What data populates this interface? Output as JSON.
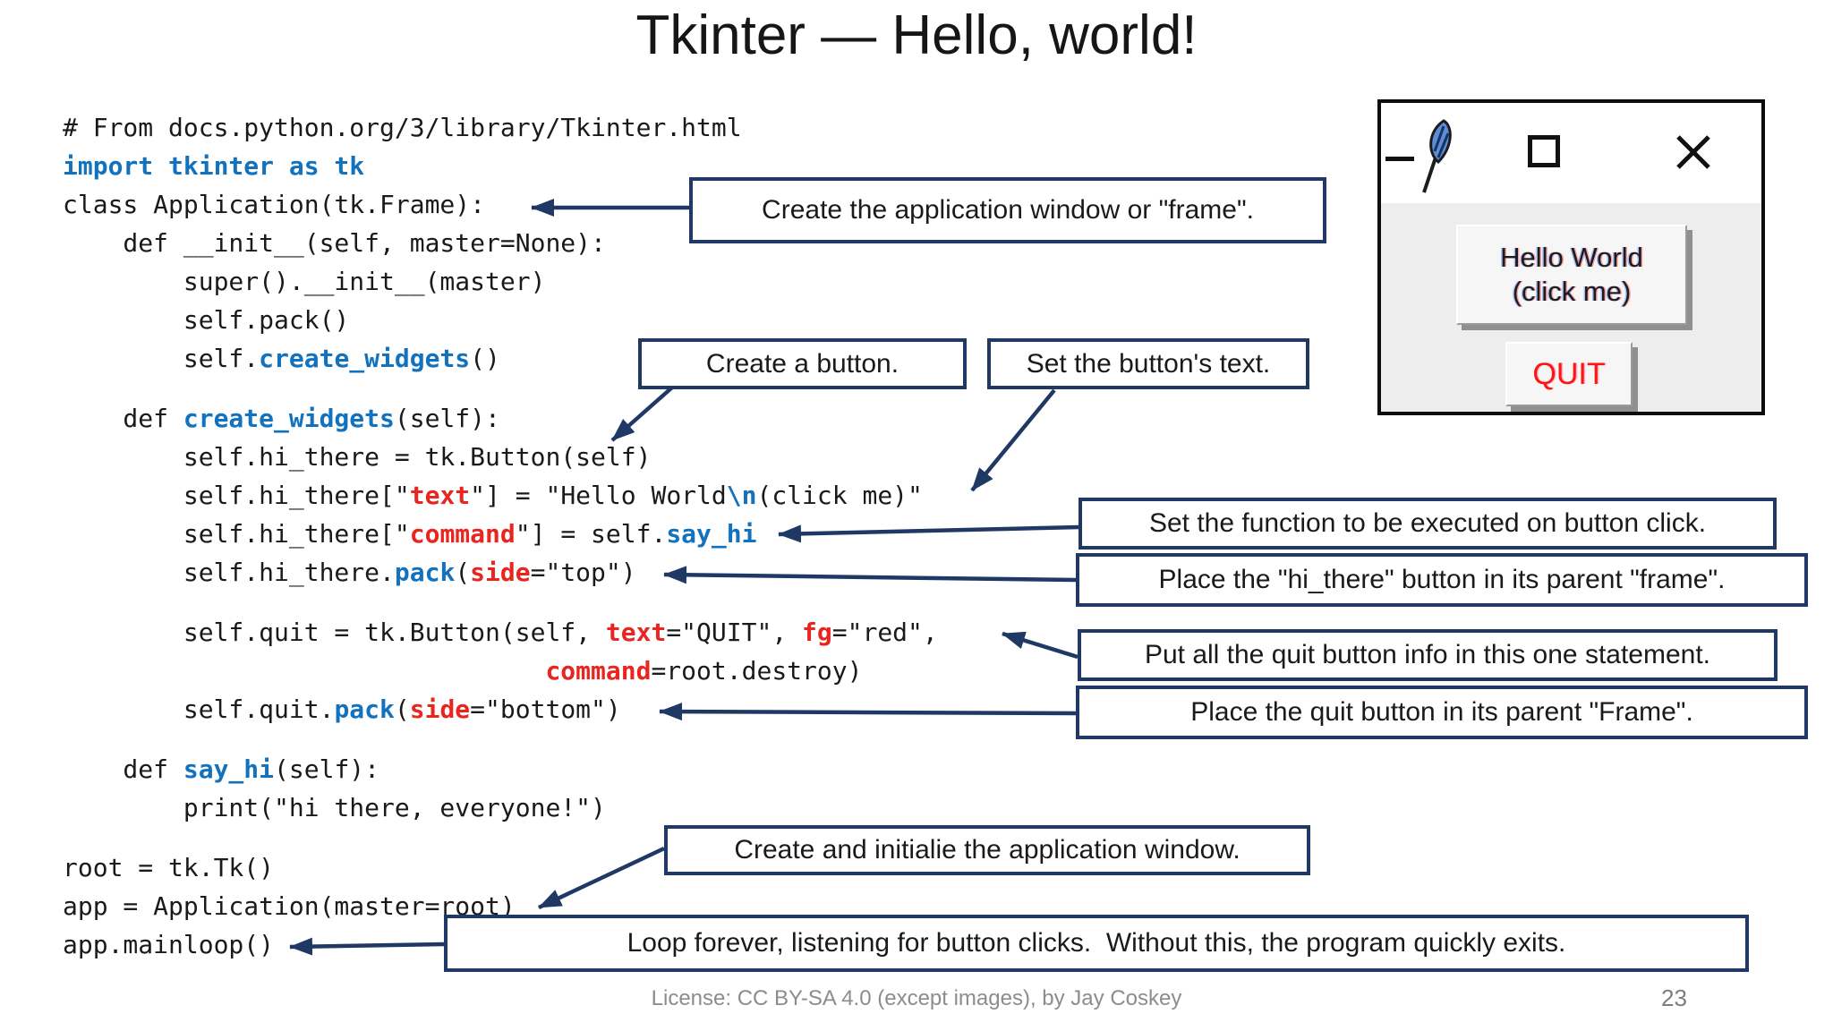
{
  "title": "Tkinter — Hello, world!",
  "code": {
    "lines": [
      {
        "segments": [
          {
            "t": "# From docs.python.org/3/library/Tkinter.html"
          }
        ]
      },
      {
        "segments": [
          {
            "t": "import tkinter as tk",
            "c": "b"
          }
        ]
      },
      {
        "segments": [
          {
            "t": "class Application(tk.Frame):"
          }
        ]
      },
      {
        "segments": [
          {
            "t": "    def __init__(self, master=None):"
          }
        ]
      },
      {
        "segments": [
          {
            "t": "        super().__init__(master)"
          }
        ]
      },
      {
        "segments": [
          {
            "t": "        self.pack()"
          }
        ]
      },
      {
        "segments": [
          {
            "t": "        self."
          },
          {
            "t": "create_widgets",
            "c": "b"
          },
          {
            "t": "()"
          }
        ]
      },
      {
        "blank": true,
        "segments": []
      },
      {
        "segments": [
          {
            "t": "    def "
          },
          {
            "t": "create_widgets",
            "c": "b"
          },
          {
            "t": "(self):"
          }
        ]
      },
      {
        "segments": [
          {
            "t": "        self.hi_there = tk.Button(self)"
          }
        ]
      },
      {
        "segments": [
          {
            "t": "        self.hi_there[\""
          },
          {
            "t": "text",
            "c": "r"
          },
          {
            "t": "\"] = \"Hello World"
          },
          {
            "t": "\\n",
            "c": "b"
          },
          {
            "t": "(click me)\""
          }
        ]
      },
      {
        "segments": [
          {
            "t": "        self.hi_there[\""
          },
          {
            "t": "command",
            "c": "r"
          },
          {
            "t": "\"] = self."
          },
          {
            "t": "say_hi",
            "c": "b"
          }
        ]
      },
      {
        "segments": [
          {
            "t": "        self.hi_there."
          },
          {
            "t": "pack",
            "c": "b"
          },
          {
            "t": "("
          },
          {
            "t": "side",
            "c": "r"
          },
          {
            "t": "=\"top\")"
          }
        ]
      },
      {
        "blank": true,
        "segments": []
      },
      {
        "segments": [
          {
            "t": "        self.quit = tk.Button(self, "
          },
          {
            "t": "text",
            "c": "r"
          },
          {
            "t": "=\"QUIT\", "
          },
          {
            "t": "fg",
            "c": "r"
          },
          {
            "t": "=\"red\","
          }
        ]
      },
      {
        "segments": [
          {
            "t": "                                "
          },
          {
            "t": "command",
            "c": "r"
          },
          {
            "t": "=root.destroy)"
          }
        ]
      },
      {
        "segments": [
          {
            "t": "        self.quit."
          },
          {
            "t": "pack",
            "c": "b"
          },
          {
            "t": "("
          },
          {
            "t": "side",
            "c": "r"
          },
          {
            "t": "=\"bottom\")"
          }
        ]
      },
      {
        "blank": true,
        "segments": []
      },
      {
        "segments": [
          {
            "t": "    def "
          },
          {
            "t": "say_hi",
            "c": "b"
          },
          {
            "t": "(self):"
          }
        ]
      },
      {
        "segments": [
          {
            "t": "        print(\"hi there, everyone!\")"
          }
        ]
      },
      {
        "blank": true,
        "segments": []
      },
      {
        "segments": [
          {
            "t": "root = tk.Tk()"
          }
        ]
      },
      {
        "segments": [
          {
            "t": "app = Application(master=root)"
          }
        ]
      },
      {
        "segments": [
          {
            "t": "app.mainloop()"
          }
        ]
      }
    ]
  },
  "annotations": [
    {
      "text": "Create the application window or \"frame\"."
    },
    {
      "text": "Create a button."
    },
    {
      "text": "Set the button's text."
    },
    {
      "text": "Set the function to be executed on button click."
    },
    {
      "text": "Place the \"hi_there\" button in its parent \"frame\"."
    },
    {
      "text": "Put all the quit button info in this one statement."
    },
    {
      "text": "Place the quit button in its parent \"Frame\"."
    },
    {
      "text": "Create and initialie the application window."
    },
    {
      "text": "Loop forever, listening for button clicks.  Without this, the program quickly exits."
    }
  ],
  "tk_window": {
    "hello_line1": "Hello World",
    "hello_line2": "(click me)",
    "quit_label": "QUIT"
  },
  "footer": {
    "license": "License: CC BY-SA 4.0 (except images), by Jay Coskey",
    "page_number": "23"
  },
  "colors": {
    "callout_navy": "#1F3864",
    "code_blue": "#1272BE",
    "code_red": "#E8251F",
    "quit_red": "#FF1414"
  }
}
